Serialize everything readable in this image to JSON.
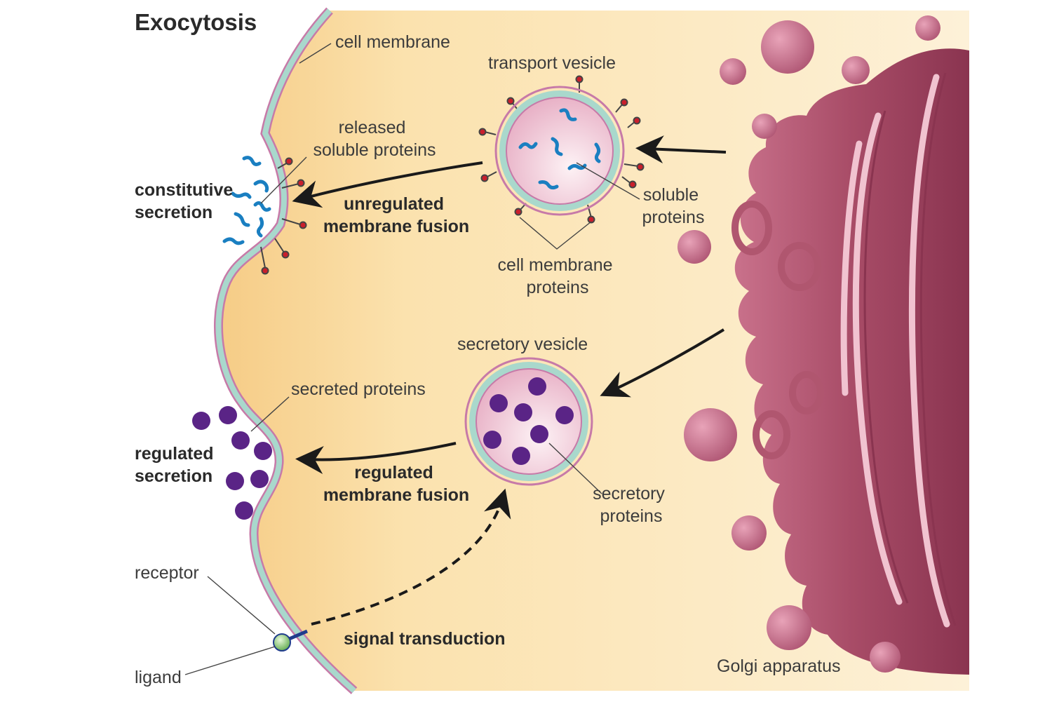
{
  "title": "Exocytosis",
  "labels": {
    "cell_membrane": "cell membrane",
    "transport_vesicle": "transport vesicle",
    "released_soluble_proteins": [
      "released",
      "soluble proteins"
    ],
    "constitutive_secretion": [
      "constitutive",
      "secretion"
    ],
    "unregulated_membrane_fusion": [
      "unregulated",
      "membrane fusion"
    ],
    "soluble_proteins": [
      "soluble",
      "proteins"
    ],
    "cell_membrane_proteins": [
      "cell membrane",
      "proteins"
    ],
    "secretory_vesicle": "secretory vesicle",
    "secreted_proteins": "secreted proteins",
    "regulated_secretion": [
      "regulated",
      "secretion"
    ],
    "regulated_membrane_fusion": [
      "regulated",
      "membrane fusion"
    ],
    "secretory_proteins": [
      "secretory",
      "proteins"
    ],
    "receptor": "receptor",
    "ligand": "ligand",
    "signal_transduction": "signal transduction",
    "golgi_apparatus": "Golgi apparatus"
  },
  "colors": {
    "cytoplasm": "#fbe6b4",
    "membrane_outer": "#c77aa8",
    "membrane_core": "#a9d8cc",
    "golgi": "#b0566f",
    "soluble_protein": "#1a7fc1",
    "secretory_protein": "#5a2486",
    "membrane_protein_tip": "#c91f2c",
    "ligand": "#9ed882",
    "receptor": "#1f3c8c"
  }
}
